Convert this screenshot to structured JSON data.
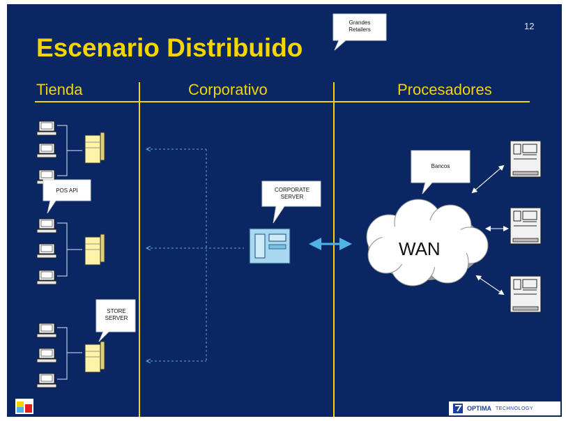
{
  "slide": {
    "page_number": "12",
    "title": "Escenario Distribuido",
    "columns": [
      "Tienda",
      "Corporativo",
      "Procesadores"
    ],
    "callouts": {
      "grandes_retailers": [
        "Grandes",
        "Retailers"
      ],
      "pos_api": "POS API",
      "store_server": [
        "STORE",
        "SERVER"
      ],
      "corporate_server": [
        "CORPORATE",
        "SERVER"
      ],
      "bancos": "Bancos"
    },
    "wan_label": "WAN",
    "brand": {
      "name": "OPTIMA",
      "sub": "TECHNOLOGY"
    }
  },
  "colors": {
    "background": "#0a2763",
    "accent": "#f5d400",
    "server": "#fff3a8",
    "corporate_server": "#a8d8f0",
    "arrow": "#4fb3e6"
  }
}
